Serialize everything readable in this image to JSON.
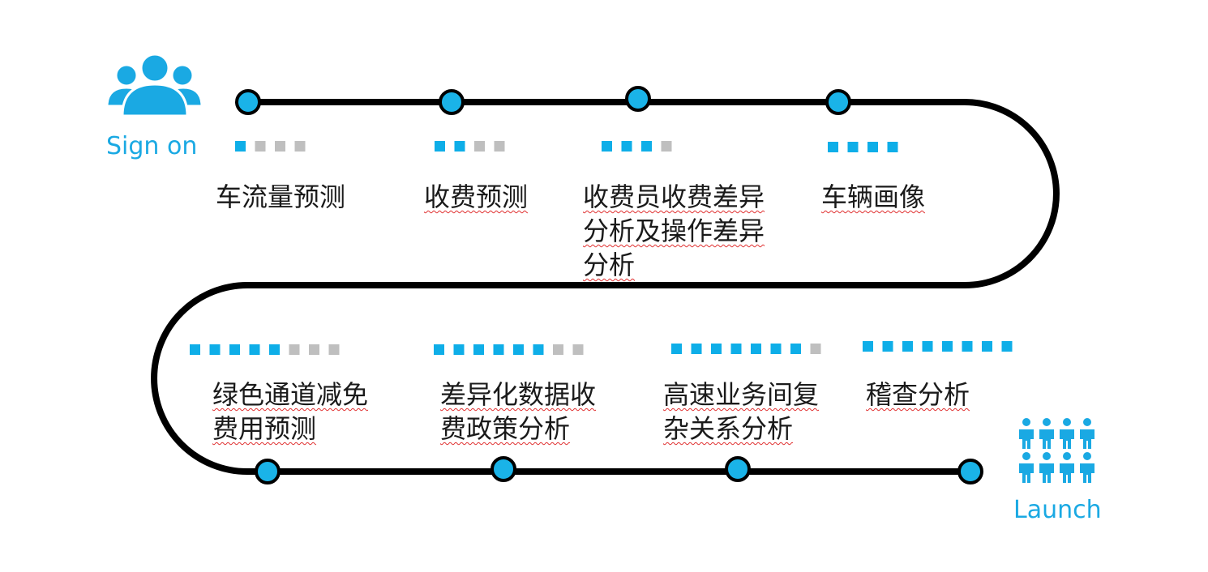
{
  "colors": {
    "path": "#000000",
    "node_fill": "#1ab3e8",
    "progress_done": "#0eaee8",
    "progress_todo": "#bfbfbf",
    "label_accent": "#1aa9e3",
    "spellcheck_underline": "#e03030"
  },
  "start": {
    "icon": "user-group-icon",
    "label": "Sign on"
  },
  "end": {
    "icon": "crowd-icon",
    "label": "Launch"
  },
  "milestones": [
    {
      "lines": [
        "车流量预测"
      ],
      "progress": {
        "done": 1,
        "total": 4
      }
    },
    {
      "lines": [
        "收费预测"
      ],
      "progress": {
        "done": 2,
        "total": 4
      }
    },
    {
      "lines": [
        "收费员收费差异",
        "分析及操作差异",
        "分析"
      ],
      "progress": {
        "done": 3,
        "total": 4
      }
    },
    {
      "lines": [
        "车辆画像"
      ],
      "progress": {
        "done": 4,
        "total": 4
      }
    },
    {
      "lines": [
        "绿色通道减免",
        "费用预测"
      ],
      "progress": {
        "done": 5,
        "total": 8
      }
    },
    {
      "lines": [
        "差异化数据收",
        "费政策分析"
      ],
      "progress": {
        "done": 6,
        "total": 8
      }
    },
    {
      "lines": [
        "高速业务间复",
        "杂关系分析"
      ],
      "progress": {
        "done": 7,
        "total": 8
      }
    },
    {
      "lines": [
        "稽查分析"
      ],
      "progress": {
        "done": 8,
        "total": 8
      }
    }
  ]
}
